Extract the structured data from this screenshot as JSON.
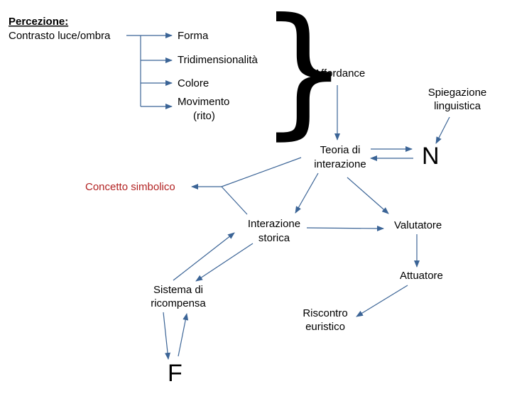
{
  "perception": {
    "title": "Percezione:",
    "source": "Contrasto luce/ombra",
    "items": [
      "Forma",
      "Tridimensionalità",
      "Colore",
      "Movimento",
      "(rito)"
    ]
  },
  "nodes": {
    "affordance": "Affordance",
    "spiegazione_1": "Spiegazione",
    "spiegazione_2": "linguistica",
    "teoria_1": "Teoria di",
    "teoria_2": "interazione",
    "n": "N",
    "concetto": "Concetto simbolico",
    "interazione_1": "Interazione",
    "interazione_2": "storica",
    "valutatore": "Valutatore",
    "attuatore": "Attuatore",
    "sistema_1": "Sistema di",
    "sistema_2": "ricompensa",
    "riscontro_1": "Riscontro",
    "riscontro_2": "euristico",
    "f": "F"
  },
  "colors": {
    "arrow": "#3b6496",
    "highlight_text": "#b22222"
  }
}
